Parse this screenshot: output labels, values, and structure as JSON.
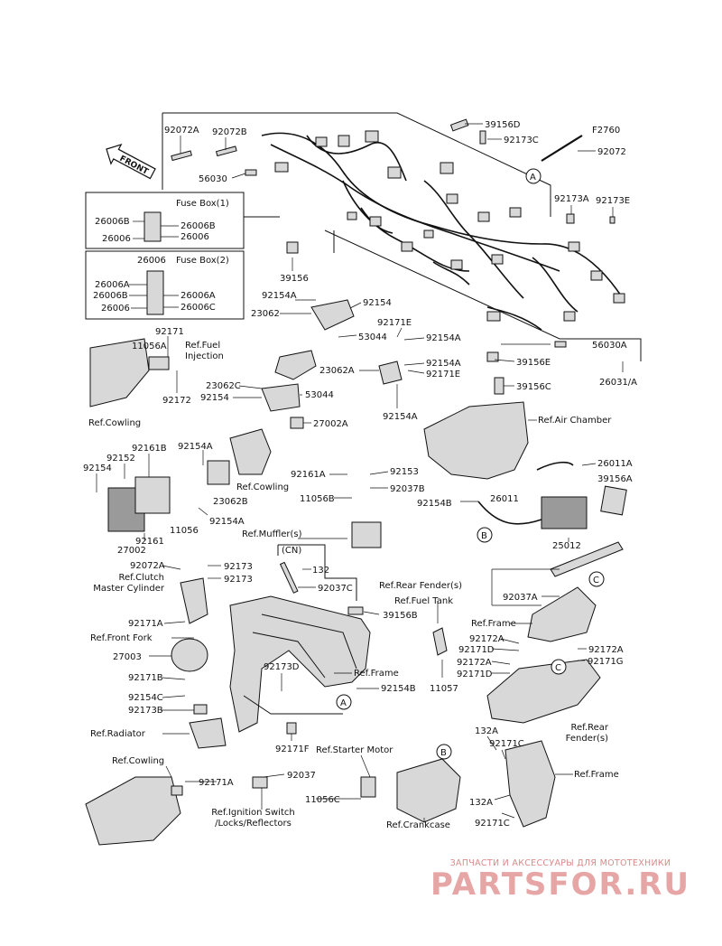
{
  "front_label": "FRONT",
  "fuse_box_1": {
    "title": "Fuse Box(1)",
    "labels": [
      "26006B",
      "26006B",
      "26006",
      "26006"
    ]
  },
  "fuse_box_2": {
    "title": "Fuse Box(2)",
    "labels": [
      "26006",
      "26006A",
      "26006B",
      "26006A",
      "26006",
      "26006C"
    ]
  },
  "callouts": {
    "a_upper": "A",
    "a_lower": "A",
    "b_right": "B",
    "b_lower": "B",
    "c_right": "C",
    "c_lower": "C"
  },
  "parts": {
    "p92072A": "92072A",
    "p92072B": "92072B",
    "p56030": "56030",
    "p39156D": "39156D",
    "p92173C": "92173C",
    "pF2760": "F2760",
    "p92072": "92072",
    "p92173A": "92173A",
    "p92173E": "92173E",
    "p39156": "39156",
    "p92154A_1": "92154A",
    "p92154_1": "92154",
    "p23062_1": "23062",
    "p92171E_1": "92171E",
    "p53044_1": "53044",
    "p92154A_2": "92154A",
    "p56030A": "56030A",
    "p39156E": "39156E",
    "p26031A": "26031/A",
    "p92171": "92171",
    "p11056A": "11056A",
    "p92172": "92172",
    "p23062A": "23062A",
    "p92154A_3": "92154A",
    "p92171E_2": "92171E",
    "p39156C": "39156C",
    "p23062C": "23062C",
    "p53044_2": "53044",
    "p92154_2": "92154",
    "p92154A_4": "92154A",
    "p27002A": "27002A",
    "p92161B": "92161B",
    "p92154A_5": "92154A",
    "p92152": "92152",
    "p92154_3": "92154",
    "p92161A": "92161A",
    "p92153": "92153",
    "p26011A": "26011A",
    "p39156A": "39156A",
    "p92037B": "92037B",
    "p23062B": "23062B",
    "p11056B": "11056B",
    "p92154B_1": "92154B",
    "p26011": "26011",
    "p92154A_6": "92154A",
    "p11056": "11056",
    "p27002": "27002",
    "p92161": "92161",
    "p25012": "25012",
    "pCN": "(CN)",
    "p132": "132",
    "p92037C": "92037C",
    "p92072A_2": "92072A",
    "p92173_1": "92173",
    "p92173_2": "92173",
    "p92037A": "92037A",
    "p92171A_1": "92171A",
    "p39156B": "39156B",
    "p92172A_1": "92172A",
    "p92171D_1": "92171D",
    "p92172A_2": "92172A",
    "p92172A_3": "92172A",
    "p92171G": "92171G",
    "p92171D_2": "92171D",
    "p27003": "27003",
    "p92173D": "92173D",
    "p92171B": "92171B",
    "p92154C": "92154C",
    "p92154B_2": "92154B",
    "p11057": "11057",
    "p92173B": "92173B",
    "p92171F": "92171F",
    "p132A_1": "132A",
    "p92171C_1": "92171C",
    "p92037": "92037",
    "p92171A_2": "92171A",
    "p11056C": "11056C",
    "p132A_2": "132A",
    "p92171C_2": "92171C"
  },
  "refs": {
    "cowling_1": "Ref.Cowling",
    "fuel_injection": "Ref.Fuel Injection",
    "air_chamber": "Ref.Air Chamber",
    "cowling_2": "Ref.Cowling",
    "muffler": "Ref.Muffler(s)",
    "rear_fender_1": "Ref.Rear Fender(s)",
    "fuel_tank": "Ref.Fuel Tank",
    "clutch": "Ref.Clutch Master Cylinder",
    "front_fork": "Ref.Front Fork",
    "frame_1": "Ref.Frame",
    "frame_2": "Ref.Frame",
    "rear_fender_2": "Ref.Rear Fender(s)",
    "radiator": "Ref.Radiator",
    "cowling_3": "Ref.Cowling",
    "starter_motor": "Ref.Starter Motor",
    "frame_3": "Ref.Frame",
    "ignition": "Ref.Ignition Switch /Locks/Reflectors",
    "crankcase": "Ref.Crankcase"
  },
  "watermark": {
    "subtitle": "ЗАПЧАСТИ И АКСЕССУАРЫ ДЛЯ МОТОТЕХНИКИ",
    "logo": "PARTSFOR.RU"
  }
}
